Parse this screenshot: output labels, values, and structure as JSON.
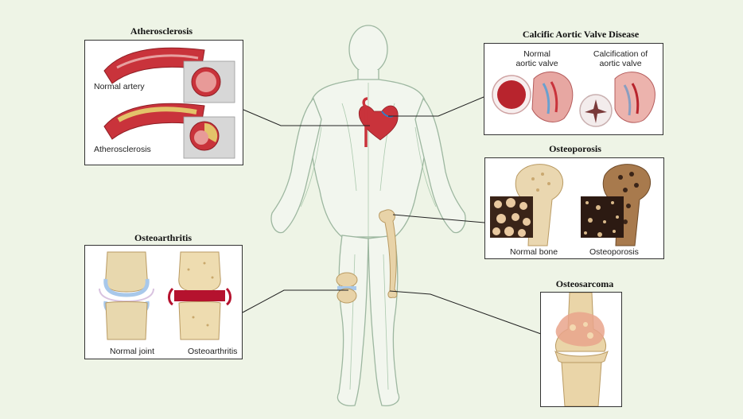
{
  "panels": {
    "atherosclerosis": {
      "title": "Atherosclerosis",
      "label_top": "Normal artery",
      "label_bottom": "Atherosclerosis"
    },
    "cavd": {
      "title": "Calcific Aortic Valve Disease",
      "label_left": "Normal\naortic valve",
      "label_right": "Calcification of\naortic valve"
    },
    "osteoporosis": {
      "title": "Osteoporosis",
      "label_left": "Normal bone",
      "label_right": "Osteoporosis"
    },
    "osteoarthritis": {
      "title": "Osteoarthritis",
      "label_left": "Normal joint",
      "label_right": "Osteoarthritis"
    },
    "osteosarcoma": {
      "title": "Osteosarcoma"
    }
  },
  "colors": {
    "background": "#eef4e6",
    "body_outline": "#9db7a0",
    "artery_red": "#c9333b",
    "plaque_yellow": "#e3c36a",
    "bone_tan": "#e8d3a8",
    "cartilage_blue": "#a8c8ea",
    "inflammation_red": "#b5122e"
  }
}
